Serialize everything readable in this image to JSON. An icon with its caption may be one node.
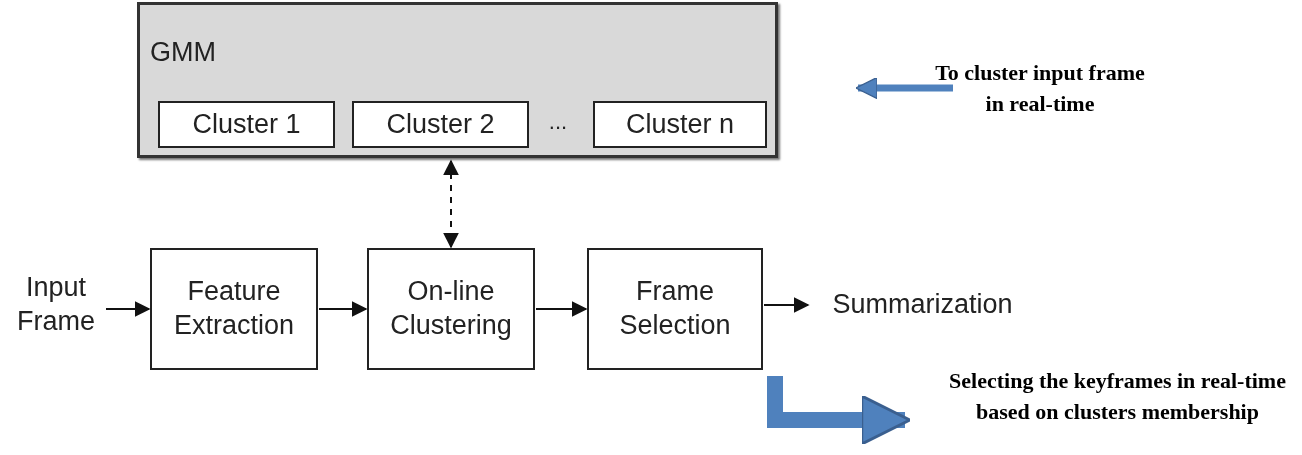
{
  "diagram": {
    "nodes": [
      {
        "text": [
          "GMM"
        ]
      },
      {
        "text": [
          "Cluster 1"
        ],
        "in": 0
      },
      {
        "text": [
          "Cluster 2"
        ],
        "in": 0
      },
      {
        "text": [
          "Cluster n"
        ],
        "in": 0
      },
      {
        "text": [
          "Input Frame"
        ]
      },
      {
        "text": [
          "Feature Extraction"
        ]
      },
      {
        "text": [
          "On-line Clustering"
        ]
      },
      {
        "text": [
          "Frame Selection"
        ]
      },
      {
        "text": [
          "Summarization"
        ]
      },
      {
        "text": [
          "To cluster input frame in real-time"
        ]
      },
      {
        "text": [
          "Selecting the keyframes in real-time based on clusters membership"
        ]
      }
    ],
    "edges": [
      {
        "from": 4,
        "to": 5,
        "arrow": "to"
      },
      {
        "from": 5,
        "to": 6,
        "arrow": "to"
      },
      {
        "from": 6,
        "to": 7,
        "arrow": "to"
      },
      {
        "from": 7,
        "to": 8,
        "arrow": "to"
      },
      {
        "from": 0,
        "to": 6,
        "arrow": "both",
        "style": "dashed"
      },
      {
        "from": 9,
        "to": null,
        "arrow": "to",
        "style": "thick",
        "color": "#4f81bd"
      },
      {
        "from": 7,
        "to": 10,
        "arrow": "to",
        "style": "thick",
        "color": "#4f81bd"
      }
    ],
    "labels": [
      "..."
    ]
  }
}
